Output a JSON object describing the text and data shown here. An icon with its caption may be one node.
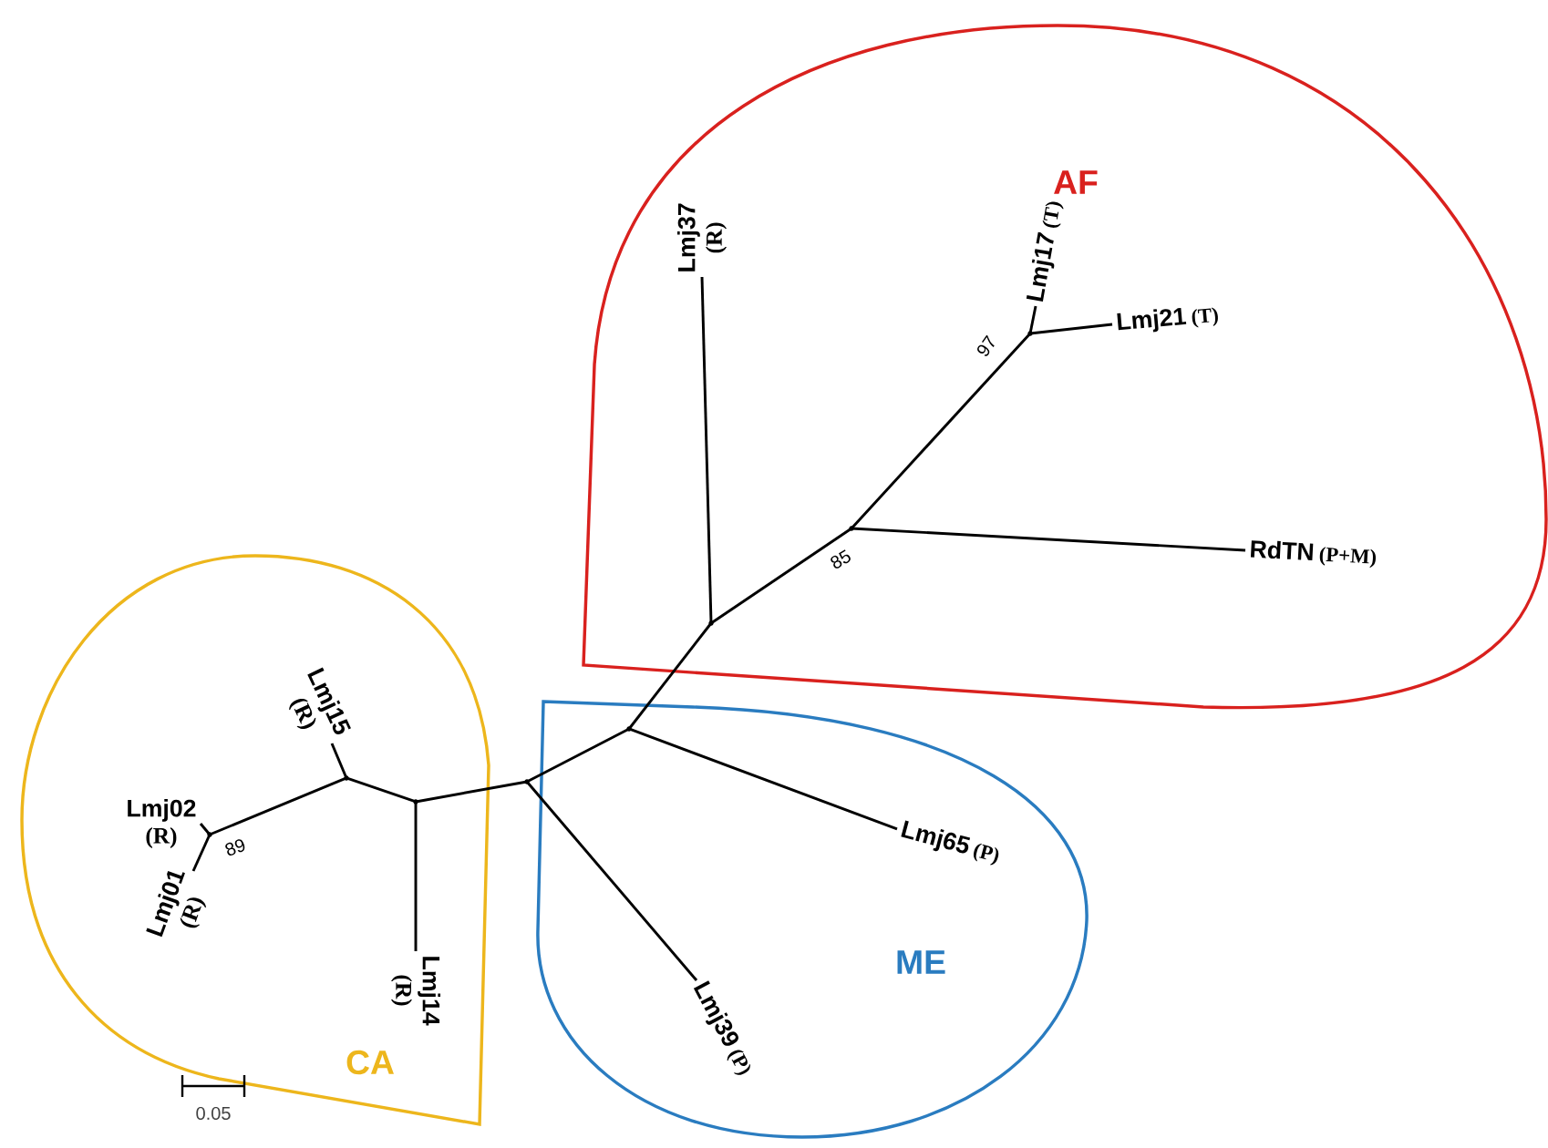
{
  "diagram": {
    "nodes": [
      {
        "text": [
          "AF"
        ]
      },
      {
        "text": [
          "Lmj37",
          "(R)"
        ],
        "in": 0
      },
      {
        "text": [
          "Lmj17",
          "(T)"
        ],
        "in": 0
      },
      {
        "text": [
          "Lmj21",
          "(T)"
        ],
        "in": 0
      },
      {
        "text": [
          "RdTN",
          "(P+M)"
        ],
        "in": 0
      },
      {
        "text": [
          "CA"
        ]
      },
      {
        "text": [
          "Lmj15",
          "(R)"
        ],
        "in": 5
      },
      {
        "text": [
          "Lmj02",
          "(R)"
        ],
        "in": 5
      },
      {
        "text": [
          "Lmj01",
          "(R)"
        ],
        "in": 5
      },
      {
        "text": [
          "Lmj14",
          "(R)"
        ],
        "in": 5
      },
      {
        "text": [
          "ME"
        ]
      },
      {
        "text": [
          "Lmj65",
          "(P)"
        ],
        "in": 10
      },
      {
        "text": [
          "Lmj39",
          "(P)"
        ],
        "in": 10
      },
      {
        "text": [],
        "shape": "point",
        "in": 0
      },
      {
        "text": [],
        "shape": "point",
        "in": 0
      },
      {
        "text": [],
        "shape": "point",
        "in": 0
      },
      {
        "text": [],
        "shape": "point",
        "in": 10
      },
      {
        "text": [],
        "shape": "point"
      },
      {
        "text": [],
        "shape": "point",
        "in": 5
      },
      {
        "text": [],
        "shape": "point",
        "in": 5
      },
      {
        "text": [],
        "shape": "point",
        "in": 5
      }
    ],
    "edges": [
      {
        "from": 13,
        "to": 2,
        "arrow": "none"
      },
      {
        "from": 13,
        "to": 3,
        "arrow": "none"
      },
      {
        "from": 14,
        "to": 13,
        "arrow": "none",
        "label": "97"
      },
      {
        "from": 14,
        "to": 4,
        "arrow": "none"
      },
      {
        "from": 15,
        "to": 1,
        "arrow": "none"
      },
      {
        "from": 15,
        "to": 14,
        "arrow": "none",
        "label": "85"
      },
      {
        "from": 16,
        "to": 15,
        "arrow": "none"
      },
      {
        "from": 16,
        "to": 11,
        "arrow": "none"
      },
      {
        "from": 17,
        "to": 16,
        "arrow": "none"
      },
      {
        "from": 17,
        "to": 12,
        "arrow": "none"
      },
      {
        "from": 17,
        "to": 18,
        "arrow": "none"
      },
      {
        "from": 18,
        "to": 9,
        "arrow": "none"
      },
      {
        "from": 18,
        "to": 19,
        "arrow": "none"
      },
      {
        "from": 19,
        "to": 6,
        "arrow": "none"
      },
      {
        "from": 19,
        "to": 20,
        "arrow": "none",
        "label": "89"
      },
      {
        "from": 20,
        "to": 7,
        "arrow": "none"
      },
      {
        "from": 20,
        "to": 8,
        "arrow": "none"
      }
    ],
    "labels": [
      "0.05"
    ]
  }
}
